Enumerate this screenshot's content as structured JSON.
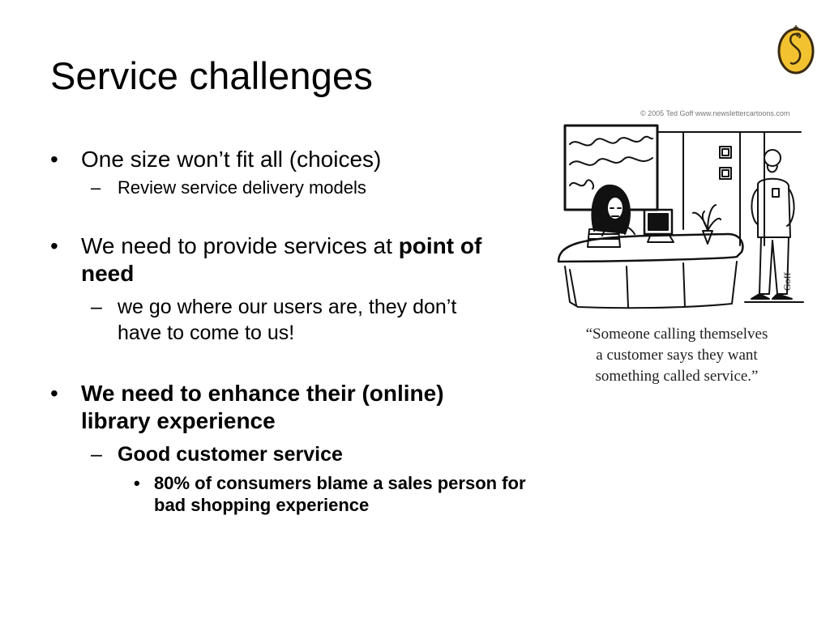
{
  "slide": {
    "title": "Service challenges"
  },
  "bullets": [
    {
      "text": "One size won’t fit all (choices)",
      "sub": [
        "Review service delivery models"
      ]
    },
    {
      "text_plain": "We need to provide services at ",
      "text_bold": "point of need",
      "sub": [
        "we go where our users are, they don’t have to come to us!"
      ]
    },
    {
      "text": "We need to enhance their (online) library experience",
      "sub": [
        {
          "text": "Good customer service",
          "sub": [
            "80% of consumers blame a sales person for bad shopping experience"
          ]
        }
      ]
    }
  ],
  "cartoon": {
    "copyright": "© 2005 Ted Goff www.newslettercartoons.com",
    "signature": "Goff",
    "caption_lines": [
      "“Someone calling themselves",
      "a customer says they want",
      "something called service.”"
    ]
  },
  "colors": {
    "logo_fill": "#F2C230",
    "logo_outline": "#3A2A10"
  },
  "icons": {
    "logo": "library-logo-icon"
  }
}
